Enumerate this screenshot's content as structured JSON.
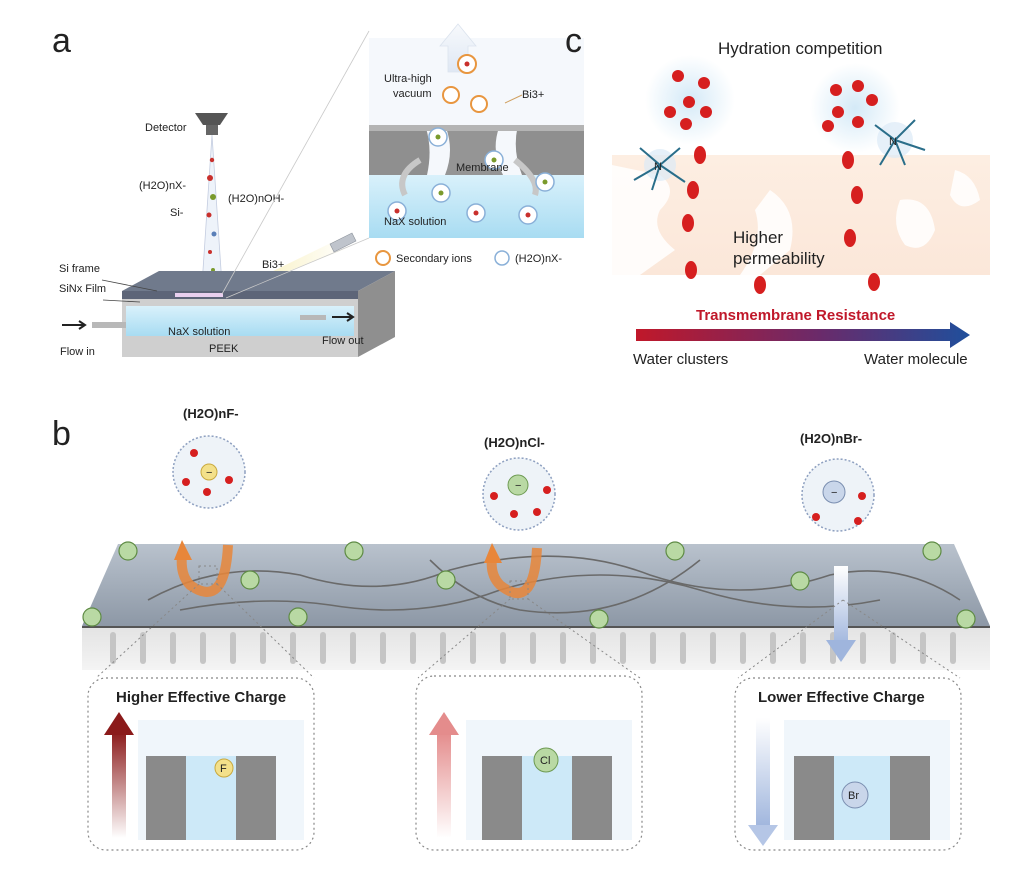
{
  "panel_a": {
    "letter": "a",
    "detector": "Detector",
    "cluster_x_label": "(H2O)nX-",
    "cluster_oh_label": "(H2O)nOH-",
    "si_label": "Si-",
    "si_frame": "Si frame",
    "sin_film": "SiNx Film",
    "flow_in": "Flow in",
    "flow_out": "Flow out",
    "peek": "PEEK",
    "nax_solution": "NaX solution",
    "bi3_beam": "Bi3+",
    "inset_vacuum_line1": "Ultra-high",
    "inset_vacuum_line2": "vacuum",
    "inset_bi3": "Bi3+",
    "inset_membrane": "Membrane",
    "inset_nax": "NaX solution",
    "legend_secondary": "Secondary ions",
    "legend_cluster": "(H2O)nX-"
  },
  "panel_c": {
    "letter": "c",
    "title": "Hydration competition",
    "higher_line1": "Higher",
    "higher_line2": "permeability",
    "resistance": "Transmembrane Resistance",
    "left_end": "Water clusters",
    "right_end": "Water molecule",
    "colors": {
      "arrow_start": "#c0182a",
      "arrow_end": "#1f4f9c"
    }
  },
  "panel_b": {
    "letter": "b",
    "ions": [
      {
        "label": "(H2O)nF-",
        "core": "−",
        "color": "#f3e08a"
      },
      {
        "label": "(H2O)nCl-",
        "core": "−",
        "color": "#b9d9a4"
      },
      {
        "label": "(H2O)nBr-",
        "core": "−",
        "color": "#c9d6ea"
      }
    ],
    "boxes": [
      {
        "title": "Higher Effective Charge",
        "ion": "F",
        "arrow": "#8b1a1a"
      },
      {
        "title": "",
        "ion": "Cl",
        "arrow": "#e48c8c"
      },
      {
        "title": "Lower Effective Charge",
        "ion": "Br",
        "arrow": "#b5c6e6"
      }
    ],
    "surface_charge": "−"
  }
}
